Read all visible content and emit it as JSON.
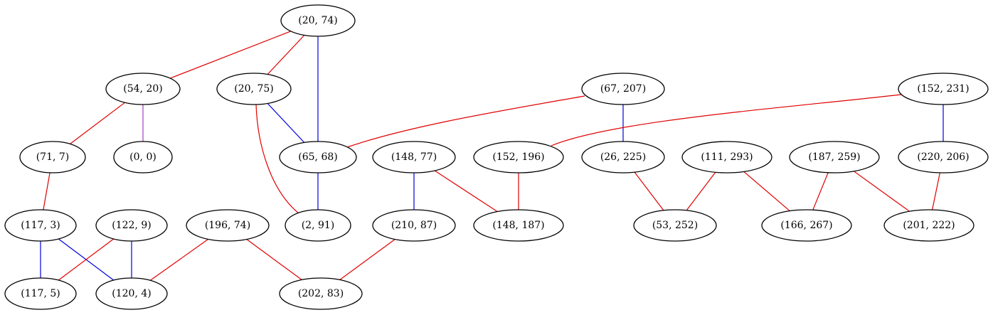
{
  "graph": {
    "edge_colors": {
      "red": "#e00000",
      "blue": "#0000dd",
      "purple": "#a040c0"
    },
    "nodes": [
      {
        "id": "n20_74",
        "label": "(20, 74)"
      },
      {
        "id": "n54_20",
        "label": "(54, 20)"
      },
      {
        "id": "n20_75",
        "label": "(20, 75)"
      },
      {
        "id": "n67_207",
        "label": "(67, 207)"
      },
      {
        "id": "n152_231",
        "label": "(152, 231)"
      },
      {
        "id": "n71_7",
        "label": "(71, 7)"
      },
      {
        "id": "n0_0",
        "label": "(0, 0)"
      },
      {
        "id": "n65_68",
        "label": "(65, 68)"
      },
      {
        "id": "n148_77",
        "label": "(148, 77)"
      },
      {
        "id": "n152_196",
        "label": "(152, 196)"
      },
      {
        "id": "n26_225",
        "label": "(26, 225)"
      },
      {
        "id": "n111_293",
        "label": "(111, 293)"
      },
      {
        "id": "n187_259",
        "label": "(187, 259)"
      },
      {
        "id": "n220_206",
        "label": "(220, 206)"
      },
      {
        "id": "n117_3",
        "label": "(117, 3)"
      },
      {
        "id": "n122_9",
        "label": "(122, 9)"
      },
      {
        "id": "n196_74",
        "label": "(196, 74)"
      },
      {
        "id": "n2_91",
        "label": "(2, 91)"
      },
      {
        "id": "n210_87",
        "label": "(210, 87)"
      },
      {
        "id": "n148_187",
        "label": "(148, 187)"
      },
      {
        "id": "n53_252",
        "label": "(53, 252)"
      },
      {
        "id": "n166_267",
        "label": "(166, 267)"
      },
      {
        "id": "n201_222",
        "label": "(201, 222)"
      },
      {
        "id": "n117_5",
        "label": "(117, 5)"
      },
      {
        "id": "n120_4",
        "label": "(120, 4)"
      },
      {
        "id": "n202_83",
        "label": "(202, 83)"
      }
    ],
    "edges": [
      {
        "from": "n20_74",
        "to": "n54_20",
        "color": "red"
      },
      {
        "from": "n20_74",
        "to": "n20_75",
        "color": "red"
      },
      {
        "from": "n20_74",
        "to": "n65_68",
        "color": "blue"
      },
      {
        "from": "n54_20",
        "to": "n71_7",
        "color": "red"
      },
      {
        "from": "n54_20",
        "to": "n0_0",
        "color": "purple"
      },
      {
        "from": "n20_75",
        "to": "n65_68",
        "color": "blue"
      },
      {
        "from": "n20_75",
        "to": "n2_91",
        "color": "red"
      },
      {
        "from": "n67_207",
        "to": "n65_68",
        "color": "red"
      },
      {
        "from": "n67_207",
        "to": "n26_225",
        "color": "blue"
      },
      {
        "from": "n152_231",
        "to": "n152_196",
        "color": "red"
      },
      {
        "from": "n152_231",
        "to": "n220_206",
        "color": "blue"
      },
      {
        "from": "n71_7",
        "to": "n117_3",
        "color": "red"
      },
      {
        "from": "n65_68",
        "to": "n2_91",
        "color": "blue"
      },
      {
        "from": "n148_77",
        "to": "n210_87",
        "color": "blue"
      },
      {
        "from": "n148_77",
        "to": "n148_187",
        "color": "red"
      },
      {
        "from": "n152_196",
        "to": "n148_187",
        "color": "red"
      },
      {
        "from": "n26_225",
        "to": "n53_252",
        "color": "red"
      },
      {
        "from": "n111_293",
        "to": "n53_252",
        "color": "red"
      },
      {
        "from": "n111_293",
        "to": "n166_267",
        "color": "red"
      },
      {
        "from": "n187_259",
        "to": "n166_267",
        "color": "red"
      },
      {
        "from": "n187_259",
        "to": "n201_222",
        "color": "red"
      },
      {
        "from": "n220_206",
        "to": "n201_222",
        "color": "red"
      },
      {
        "from": "n117_3",
        "to": "n117_5",
        "color": "blue"
      },
      {
        "from": "n117_3",
        "to": "n120_4",
        "color": "blue"
      },
      {
        "from": "n122_9",
        "to": "n117_5",
        "color": "red"
      },
      {
        "from": "n122_9",
        "to": "n120_4",
        "color": "blue"
      },
      {
        "from": "n196_74",
        "to": "n120_4",
        "color": "red"
      },
      {
        "from": "n196_74",
        "to": "n202_83",
        "color": "red"
      },
      {
        "from": "n210_87",
        "to": "n202_83",
        "color": "red"
      }
    ]
  }
}
